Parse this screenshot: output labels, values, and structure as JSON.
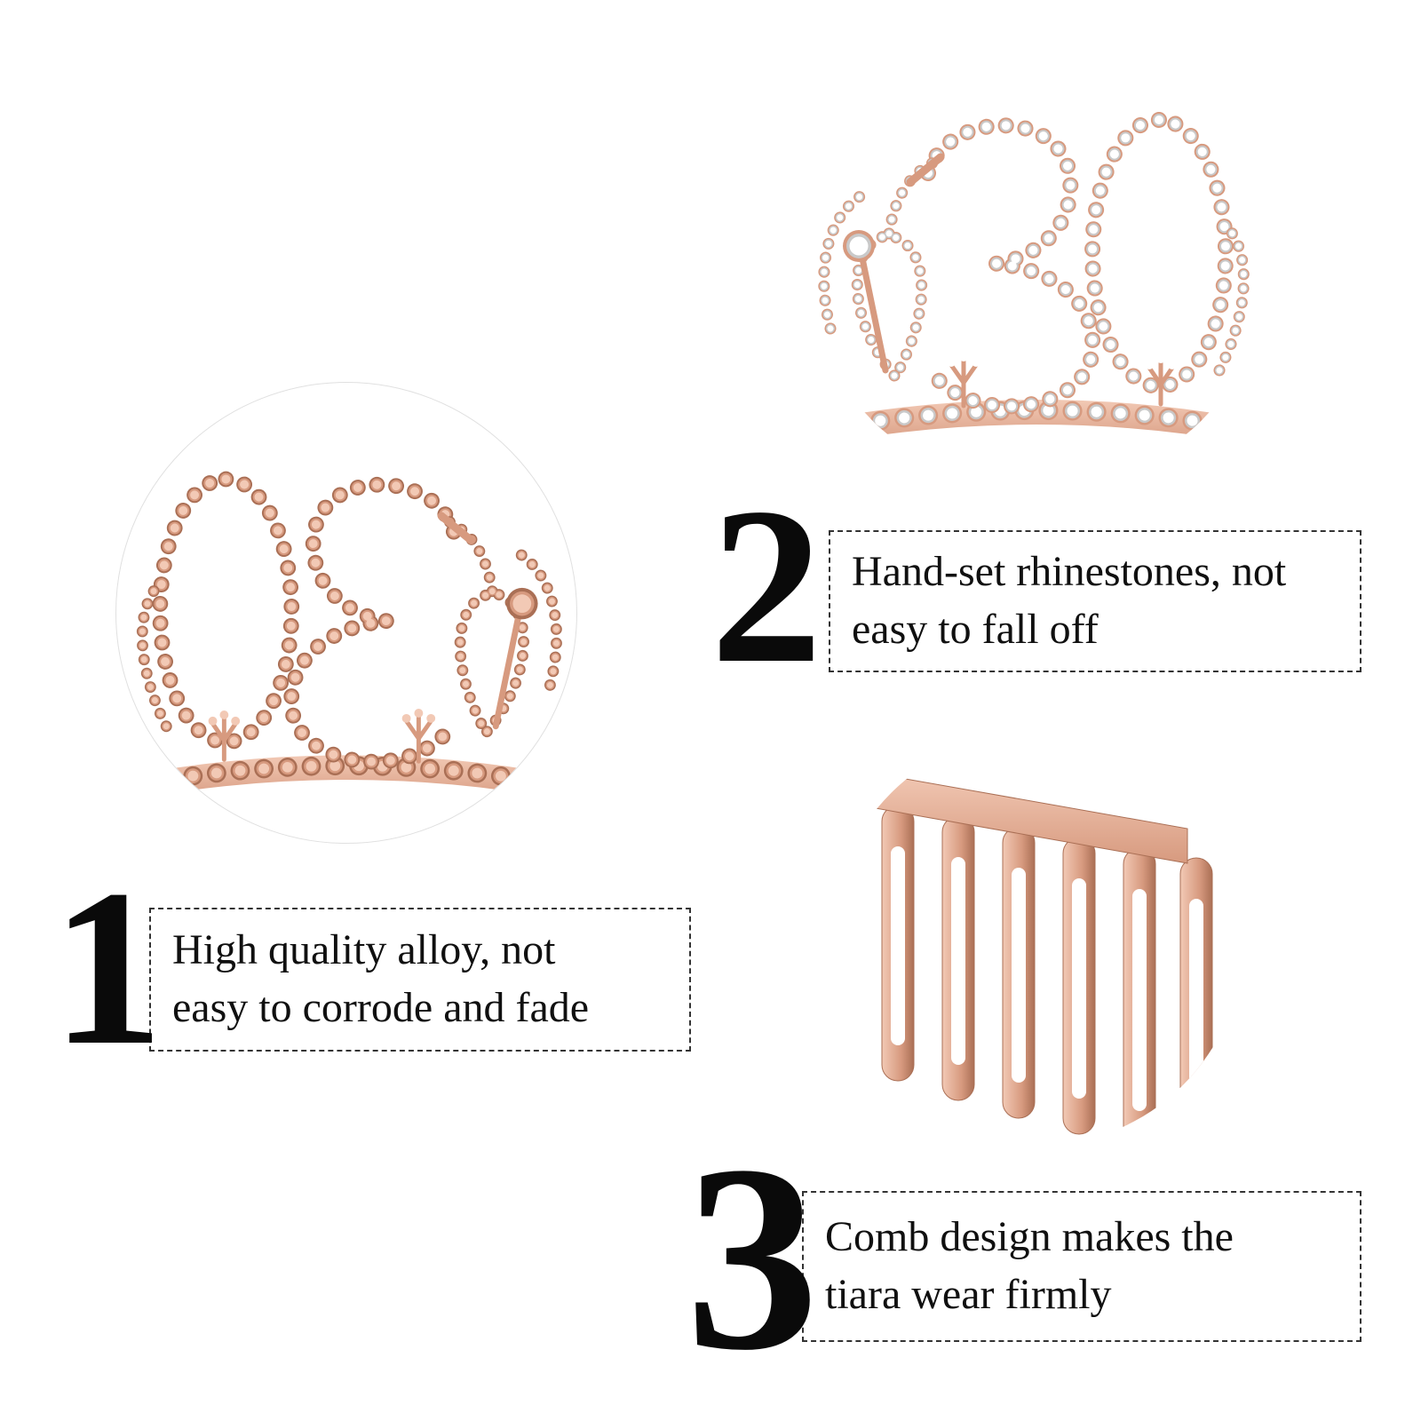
{
  "tiara_digits": "30",
  "features": [
    {
      "number": "1",
      "text": "High quality alloy, not\neasy to corrode and fade"
    },
    {
      "number": "2",
      "text": "Hand-set rhinestones, not\neasy to fall off"
    },
    {
      "number": "3",
      "text": "Comb design makes the\ntiara wear firmly"
    }
  ],
  "photos": {
    "front": {
      "name": "rhinestone-30-tiara-front-closeup"
    },
    "back": {
      "name": "rose-gold-30-tiara-back-closeup"
    },
    "comb": {
      "name": "tiara-comb-closeup"
    }
  },
  "colors": {
    "background": "#ffffff",
    "rose_gold": "#d79a7f",
    "rose_gold_light": "#f2c9b5",
    "rose_gold_dark": "#aa6f55",
    "rhinestone": "#ffffff",
    "rhinestone_edge": "#c9c9c9",
    "number_black": "#0a0a0a",
    "box_border": "#333333"
  }
}
